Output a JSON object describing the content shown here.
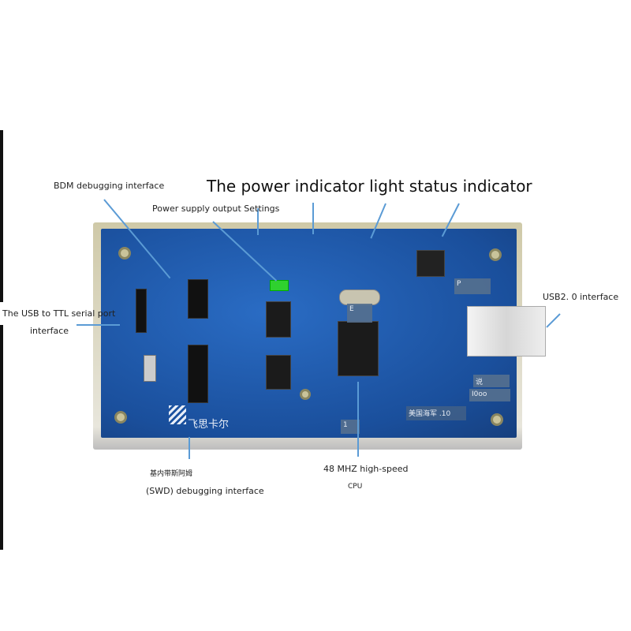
{
  "labels": {
    "title": "The power indicator light status indicator",
    "bdm": "BDM debugging interface",
    "power_supply": "Power supply output Settings",
    "usb_ttl_line1": "The USB to TTL serial port",
    "usb_ttl_line2": "interface",
    "usb2": "USB2. 0 interface",
    "swd_cn": "基内带斯阿姆",
    "swd": "(SWD) debugging interface",
    "cpu_line1": "48 MHZ high-speed",
    "cpu_line2": "CPU"
  },
  "board_text": {
    "brand": "飞思卡尔",
    "mask_p": "P",
    "mask_e": "E",
    "mask_shuo": "说",
    "mask_1000": "I0oo",
    "mask_cn_10": "美国海军 .10",
    "mask_1": "1"
  },
  "colors": {
    "board": "#1a4f9c",
    "annotation_line": "#5b9bd5",
    "jumper": "#2fd12f"
  }
}
